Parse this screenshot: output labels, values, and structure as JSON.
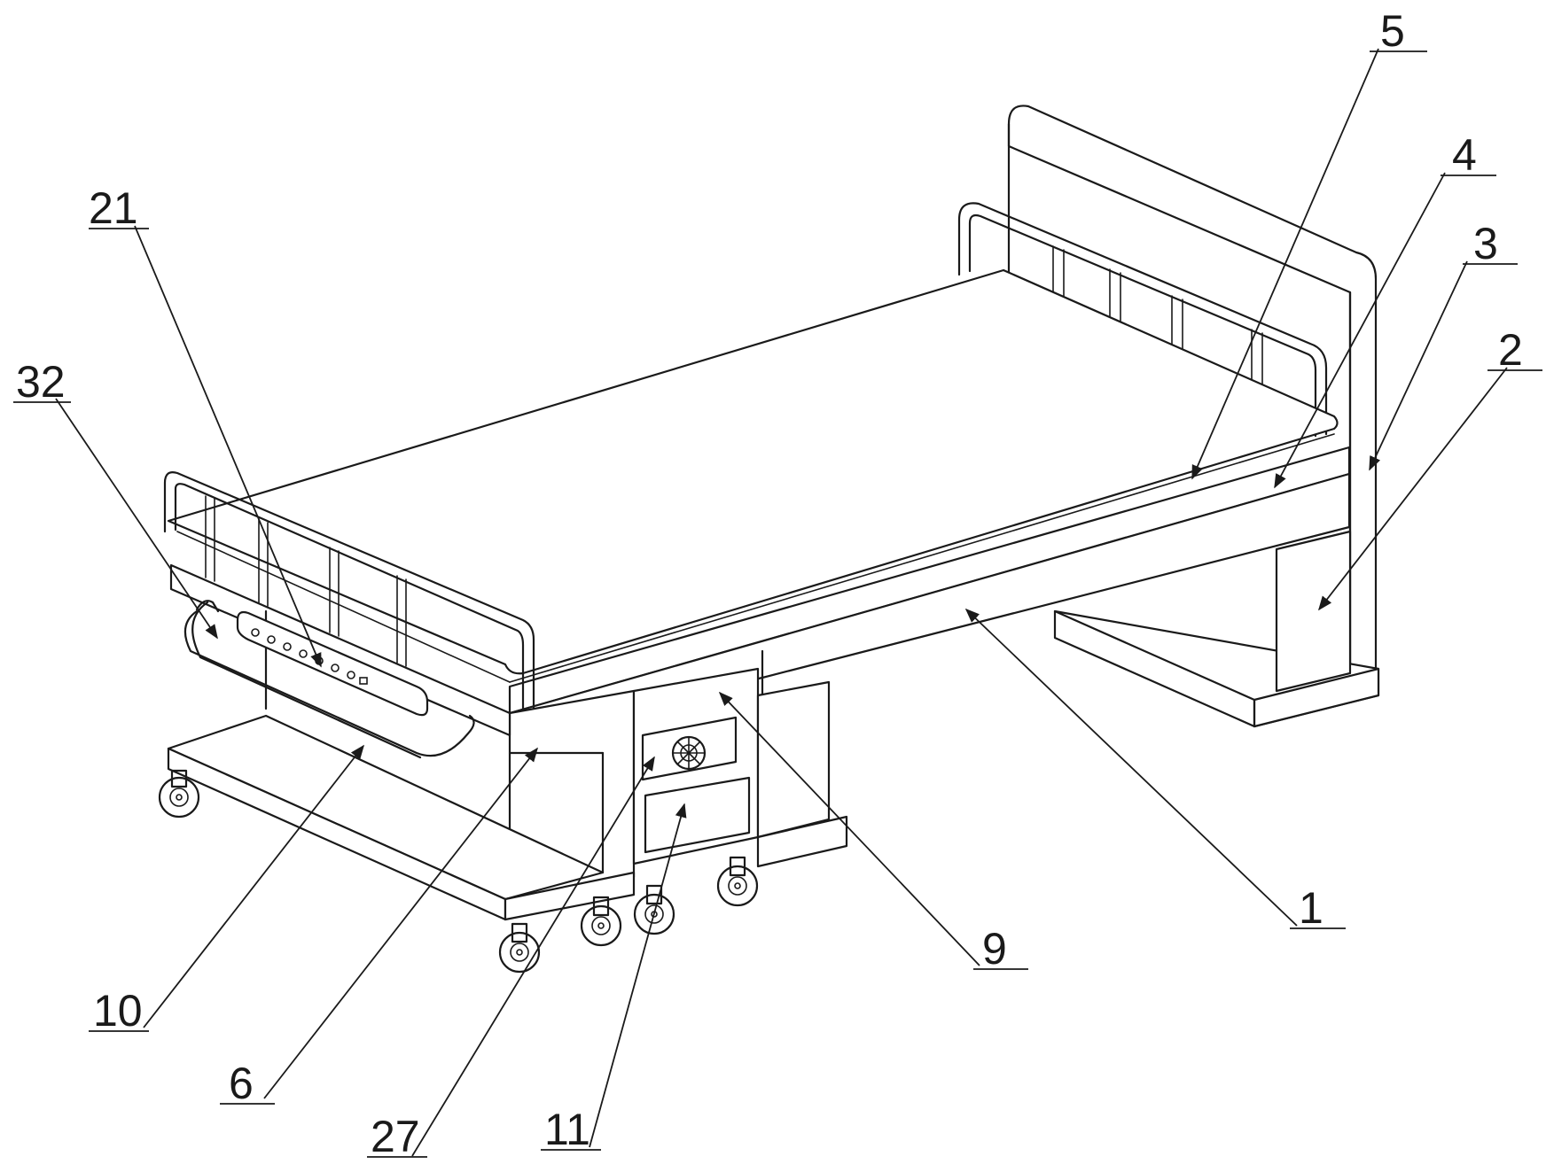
{
  "figure": {
    "labels": [
      {
        "id": "5",
        "text": "5"
      },
      {
        "id": "4",
        "text": "4"
      },
      {
        "id": "3",
        "text": "3"
      },
      {
        "id": "2",
        "text": "2"
      },
      {
        "id": "21",
        "text": "21"
      },
      {
        "id": "32",
        "text": "32"
      },
      {
        "id": "1",
        "text": "1"
      },
      {
        "id": "9",
        "text": "9"
      },
      {
        "id": "10",
        "text": "10"
      },
      {
        "id": "6",
        "text": "6"
      },
      {
        "id": "27",
        "text": "27"
      },
      {
        "id": "11",
        "text": "11"
      }
    ]
  }
}
